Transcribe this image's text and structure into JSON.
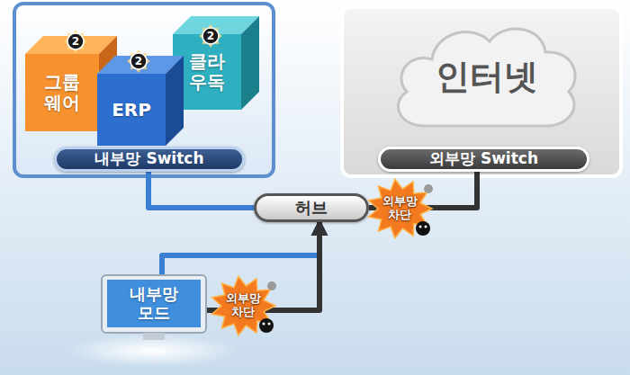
{
  "diagram": {
    "nodes": [
      {
        "text": [
          "그룹 웨어"
        ]
      },
      {
        "text": [
          "ERP"
        ]
      },
      {
        "text": [
          "클라 우독"
        ]
      },
      {
        "text": [
          "내부망 Switch"
        ]
      },
      {
        "text": [
          "인터넷"
        ]
      },
      {
        "text": [
          "외부망 Switch"
        ]
      },
      {
        "text": [
          "허브"
        ]
      },
      {
        "text": [
          "내부망 모드"
        ]
      }
    ],
    "edges": [
      {
        "from": 3,
        "to": 6,
        "arrow": "none"
      },
      {
        "from": 5,
        "to": 6,
        "arrow": "none",
        "label": "외부망 차단"
      },
      {
        "from": 7,
        "to": 6,
        "arrow": "to"
      },
      {
        "from": 7,
        "to": 6,
        "arrow": "to",
        "label": "외부망 차단"
      }
    ],
    "labels": [
      "2",
      "2",
      "2"
    ]
  }
}
